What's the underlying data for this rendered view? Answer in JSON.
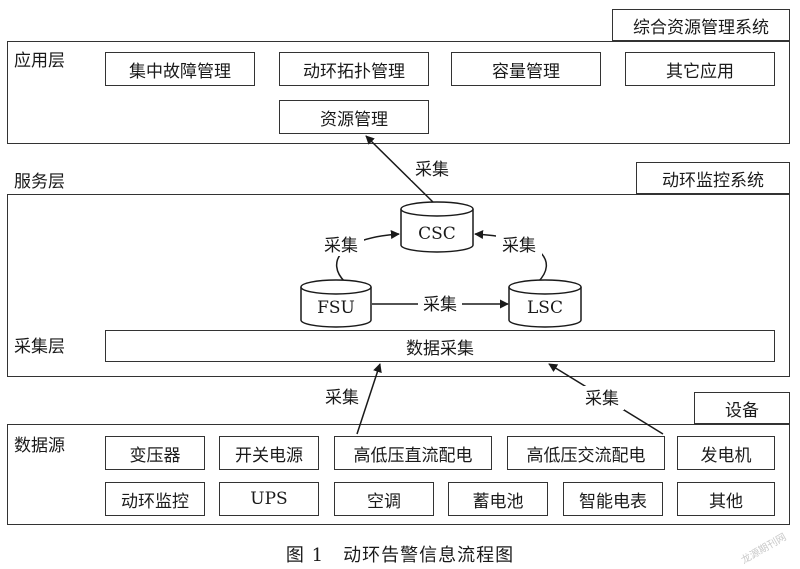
{
  "systems": {
    "comprehensive": "综合资源管理系统",
    "power_env": "动环监控系统",
    "devices": "设备"
  },
  "layers": {
    "application": "应用层",
    "service": "服务层",
    "collection": "采集层",
    "data_source": "数据源"
  },
  "app_boxes": [
    "集中故障管理",
    "动环拓扑管理",
    "容量管理",
    "其它应用"
  ],
  "resource_mgmt": "资源管理",
  "nodes": {
    "csc": "CSC",
    "fsu": "FSU",
    "lsc": "LSC"
  },
  "data_collection": "数据采集",
  "collect_label": "采集",
  "device_row1": [
    "变压器",
    "开关电源",
    "高低压直流配电",
    "高低压交流配电",
    "发电机"
  ],
  "device_row2": [
    "动环监控",
    "UPS",
    "空调",
    "蓄电池",
    "智能电表",
    "其他"
  ],
  "caption": "图 1　动环告警信息流程图",
  "watermark": "龙源期刊网"
}
